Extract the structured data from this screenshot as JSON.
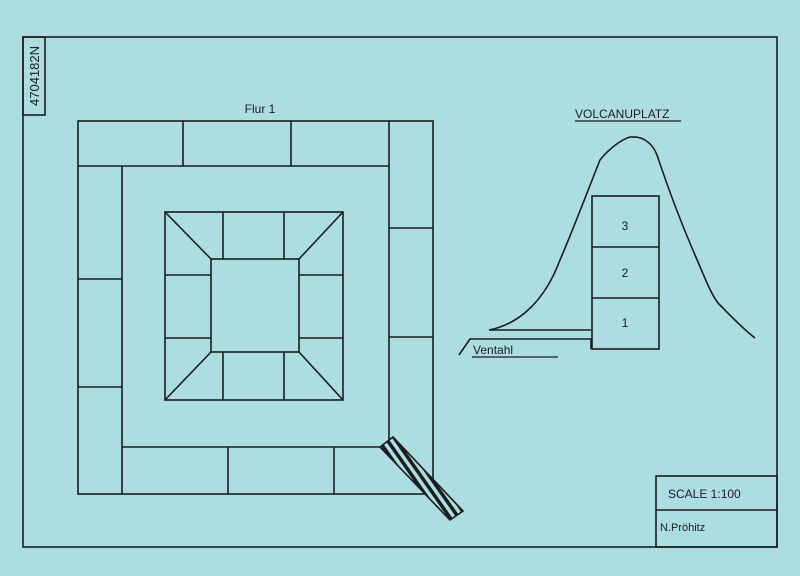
{
  "drawing": {
    "sheet_id": "4704182N",
    "floor_plan": {
      "title": "Flur 1"
    },
    "elevation": {
      "title": "VOLCANUPLATZ",
      "valley_label": "Ventahl",
      "levels": [
        "3",
        "2",
        "1"
      ]
    },
    "title_block": {
      "scale": "SCALE 1:100",
      "author": "N.Pröhitz"
    }
  },
  "colors": {
    "paper": "#acdde0",
    "ink": "#1d1d1d"
  }
}
